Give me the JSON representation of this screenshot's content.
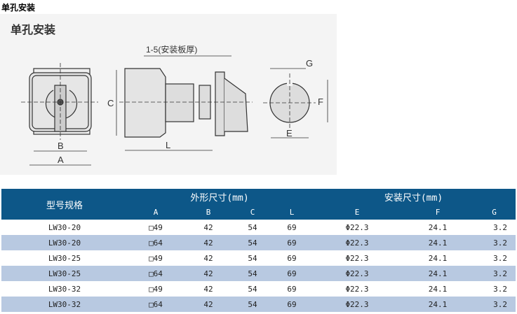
{
  "title": "单孔安装",
  "diagram": {
    "heading": "单孔安装",
    "plate_label": "1-5(安装板厚)",
    "labels": {
      "A": "A",
      "B": "B",
      "C": "C",
      "L": "L",
      "E": "E",
      "F": "F",
      "G": "G"
    }
  },
  "table": {
    "model_header": "型号规格",
    "group_outer": "外形尺寸(mm)",
    "group_mount": "安装尺寸(mm)",
    "columns": [
      "A",
      "B",
      "C",
      "L",
      "E",
      "F",
      "G"
    ],
    "rows": [
      [
        "LW30-20",
        "□49",
        "42",
        "54",
        "69",
        "Φ22.3",
        "24.1",
        "3.2"
      ],
      [
        "LW30-20",
        "□64",
        "42",
        "54",
        "69",
        "Φ22.3",
        "24.1",
        "3.2"
      ],
      [
        "LW30-25",
        "□49",
        "42",
        "54",
        "69",
        "Φ22.3",
        "24.1",
        "3.2"
      ],
      [
        "LW30-25",
        "□64",
        "42",
        "54",
        "69",
        "Φ22.3",
        "24.1",
        "3.2"
      ],
      [
        "LW30-32",
        "□49",
        "42",
        "54",
        "69",
        "Φ22.3",
        "24.1",
        "3.2"
      ],
      [
        "LW30-32",
        "□64",
        "42",
        "54",
        "69",
        "Φ22.3",
        "24.1",
        "3.2"
      ]
    ]
  }
}
